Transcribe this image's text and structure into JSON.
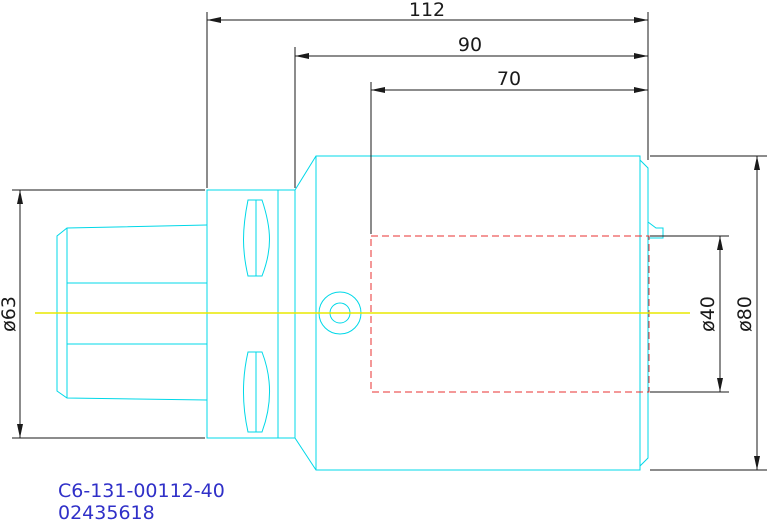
{
  "drawing": {
    "dimensions": {
      "overall_length": "112",
      "body_length": "90",
      "bore_depth": "70",
      "shank_diameter": "ø63",
      "bore_diameter": "ø40",
      "body_diameter": "ø80"
    },
    "part_number": "C6-131-00112-40",
    "article_number": "02435618",
    "colors": {
      "outline": "#00d8e8",
      "dimension": "#1a1a1a",
      "centerline": "#e8e800",
      "hidden_bore": "#e83030",
      "part_text": "#3030c8"
    }
  }
}
